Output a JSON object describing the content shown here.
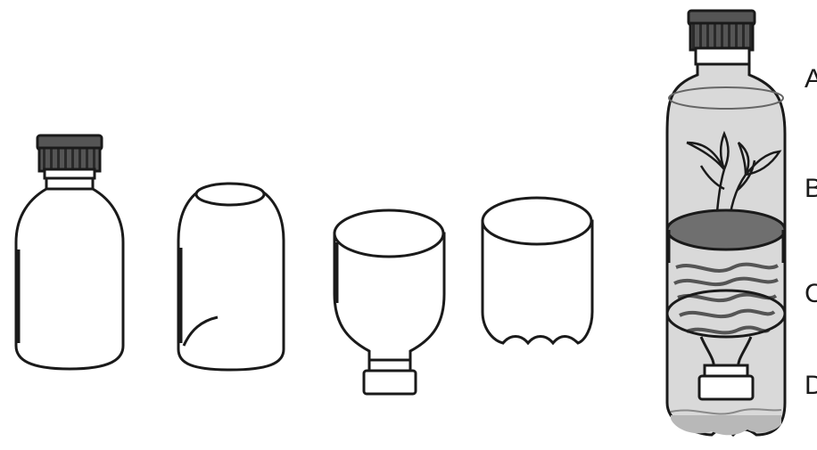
{
  "labels": {
    "a": "A",
    "b": "B",
    "c": "C",
    "d": "D"
  },
  "colors": {
    "outline": "#1a1a1a",
    "cap": "#555555",
    "bottle_fill": "#d9d9d9",
    "soil_disc": "#6f6f6f",
    "water": "#b8b8b8"
  },
  "icons": [
    "whole-bottle-icon",
    "bottle-top-dome-icon",
    "inverted-bottle-funnel-icon",
    "bottle-base-cup-icon",
    "assembled-planter-icon"
  ]
}
